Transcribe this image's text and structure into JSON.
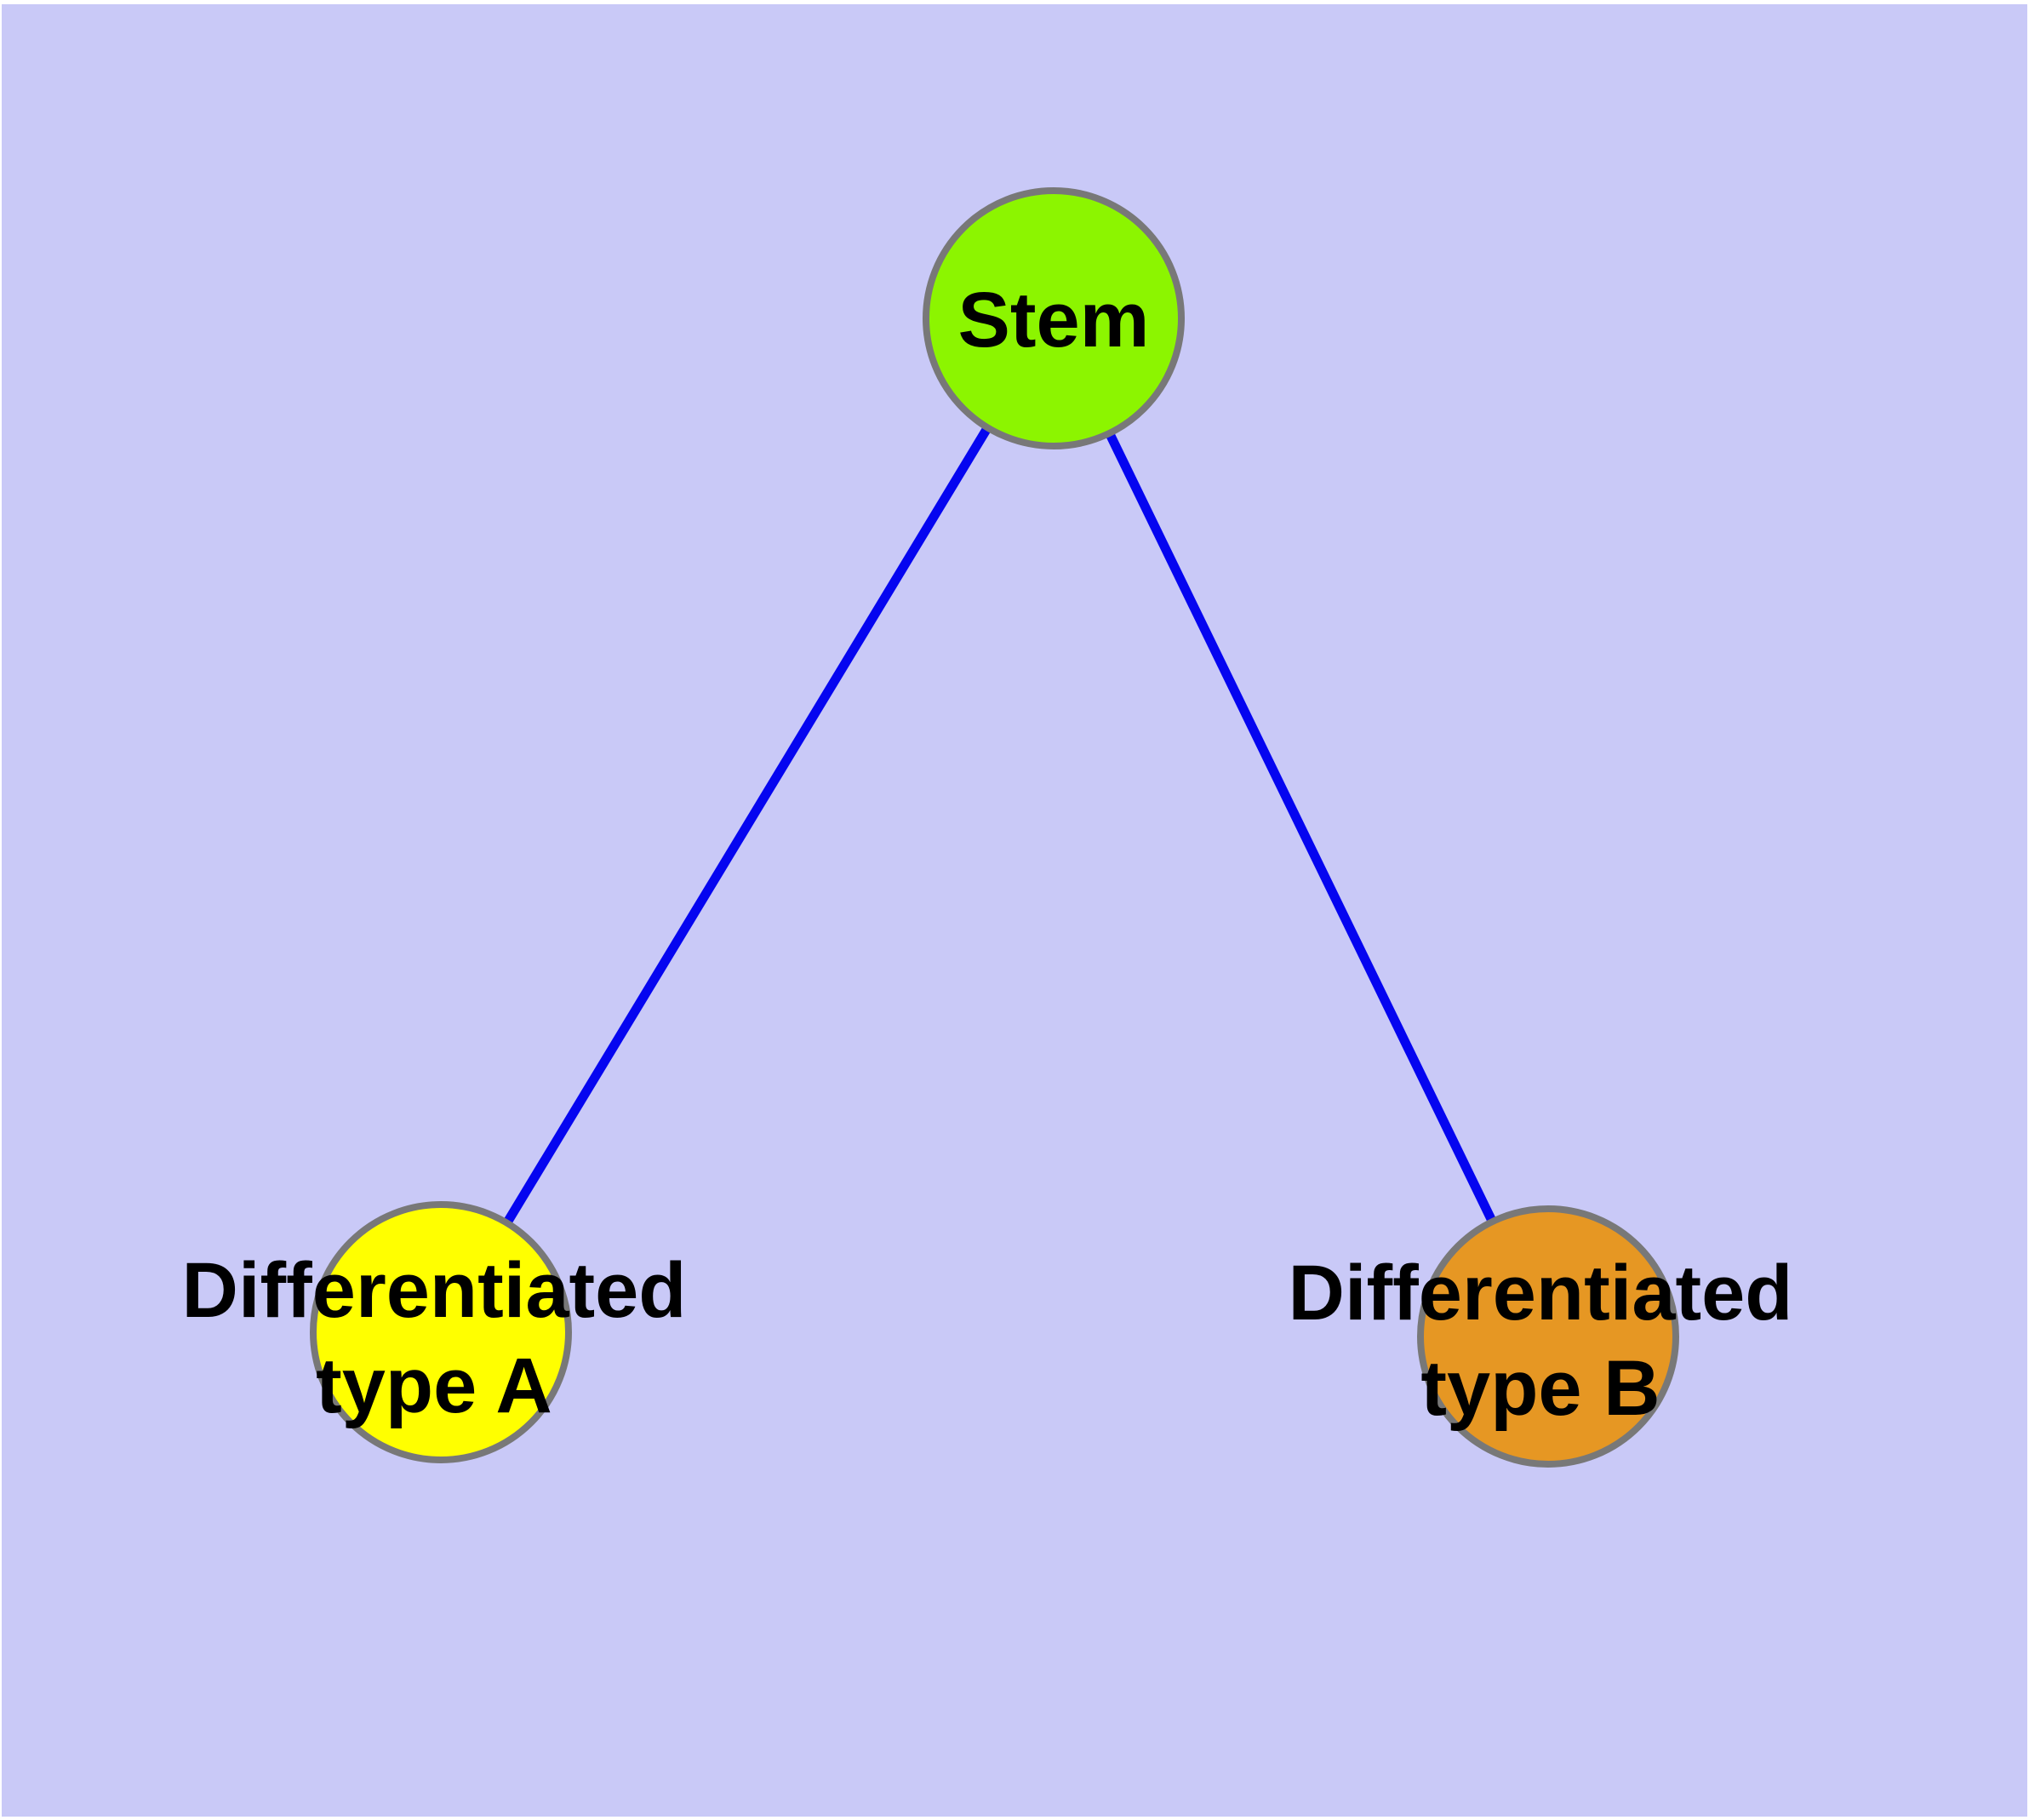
{
  "graph": {
    "background_color": "#c9c9f7",
    "frame_color": "#ffffff",
    "label_color": "#000000",
    "nodes": {
      "stem": {
        "label": "Stem",
        "fill": "#8cf500",
        "border_color": "#787878"
      },
      "diff_a": {
        "label_line1": "Differentiated",
        "label_line2": "type A",
        "fill": "#ffff00",
        "border_color": "#787878"
      },
      "diff_b": {
        "label_line1": "Differentiated",
        "label_line2": "type B",
        "fill": "#e69723",
        "border_color": "#787878"
      }
    },
    "edges": {
      "color": "#0505f0",
      "list": [
        {
          "from": "Stem",
          "to": "Differentiated type A"
        },
        {
          "from": "Stem",
          "to": "Differentiated type B"
        }
      ]
    }
  }
}
